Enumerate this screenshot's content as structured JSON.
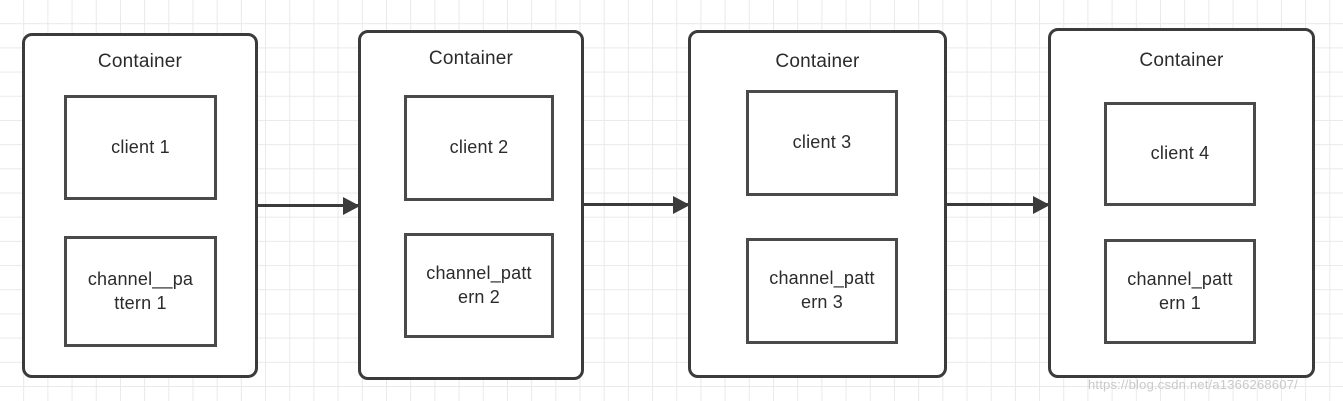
{
  "diagram": {
    "type": "flow-diagram",
    "background": "grid",
    "grid_color": "#e9e9e9",
    "stroke_color": "#3b3b3b",
    "containers": [
      {
        "title": "Container",
        "client": {
          "label": "client 1"
        },
        "channel": {
          "label": "channel__pa\nttern 1"
        }
      },
      {
        "title": "Container",
        "client": {
          "label": "client 2"
        },
        "channel": {
          "label": "channel_patt\nern 2"
        }
      },
      {
        "title": "Container",
        "client": {
          "label": "client 3"
        },
        "channel": {
          "label": "channel_patt\nern 3"
        }
      },
      {
        "title": "Container",
        "client": {
          "label": "client 4"
        },
        "channel": {
          "label": "channel_patt\nern 1"
        }
      }
    ],
    "arrows": [
      {
        "from": "container-1",
        "to": "container-2",
        "label": ""
      },
      {
        "from": "container-2",
        "to": "container-3",
        "label": ""
      },
      {
        "from": "container-3",
        "to": "container-4",
        "label": ""
      }
    ]
  },
  "watermark": {
    "text": "https://blog.csdn.net/a1366268607/"
  }
}
